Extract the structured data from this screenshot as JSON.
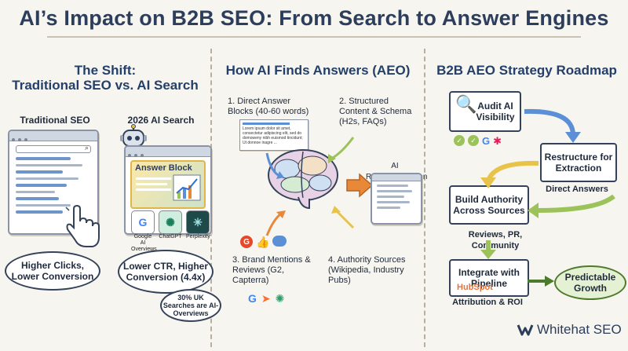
{
  "title": "AI’s Impact on B2B SEO: From Search to Answer Engines",
  "shift": {
    "title_line1": "The Shift:",
    "title_line2": "Traditional SEO vs. AI Search",
    "traditional_label": "Traditional SEO",
    "ai_label": "2026 AI Search",
    "answer_block": "Answer Block",
    "bubble_left": "Higher Clicks, Lower Conversion",
    "bubble_right": "Lower CTR, Higher Conversion (4.4x)",
    "stat_bubble": "30% UK Searches are AI-Overviews",
    "ai_tools": [
      {
        "name": "Google AI Overviews",
        "icon": "google-icon",
        "color": "#ffffff"
      },
      {
        "name": "ChatGPT",
        "icon": "chatgpt-icon",
        "color": "#cfeee0"
      },
      {
        "name": "Perplexity",
        "icon": "perplexity-icon",
        "color": "#1f4a4a"
      }
    ]
  },
  "aeo": {
    "title": "How AI Finds Answers (AEO)",
    "step1": "1. Direct Answer Blocks (40-60 words)",
    "step1_text": "Lorem ipsum dolor sit amet, consectetur adipiscing elit, sed do domoweny nibh euismod tincidunt; Ut donnoe inagre ...",
    "step2": "2. Structured Content & Schema (H2s, FAQs)",
    "step3": "3. Brand Mentions & Reviews (G2, Capterra)",
    "step4": "4. Authority Sources (Wikipedia, Industry Pubs)",
    "recommendation": "AI Recommendation"
  },
  "roadmap": {
    "title": "B2B AEO Strategy Roadmap",
    "step1": "Audit AI Visibility",
    "step2": "Restructure for Extraction",
    "step2_sub": "Direct Answers",
    "step3": "Build Authority Across Sources",
    "step3_sub": "Reviews, PR, Community",
    "step4": "Integrate with Pipeline",
    "step4_brand": "HubSpot",
    "step4_sub": "Attribution & ROI",
    "result": "Predictable Growth"
  },
  "brand": {
    "name": "Whitehat SEO"
  },
  "colors": {
    "accent_blue": "#5b8fd6",
    "arrow_green": "#9cc25a",
    "arrow_yellow": "#e8c34a",
    "arrow_orange": "#e8893a",
    "roadmap_green": "#b7d88a"
  }
}
